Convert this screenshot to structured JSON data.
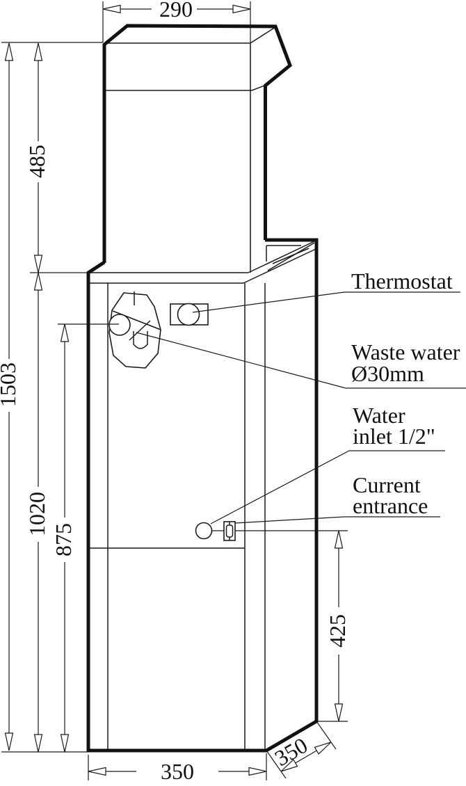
{
  "dimensions": {
    "top_width": "290",
    "overall_height": "1503",
    "upper_section_height": "485",
    "cabinet_height": "1020",
    "tap_height": "875",
    "inlet_height": "425",
    "base_width": "350",
    "base_depth": "350"
  },
  "callouts": {
    "thermostat": "Thermostat",
    "waste_water": {
      "line1": "Waste water",
      "line2": "Ø30mm"
    },
    "water_inlet": {
      "line1": "Water",
      "line2": "inlet 1/2\""
    },
    "current_entrance": {
      "line1": "Current",
      "line2": "entrance"
    }
  },
  "colors": {
    "line": "#1a1a1a",
    "background": "#ffffff"
  }
}
